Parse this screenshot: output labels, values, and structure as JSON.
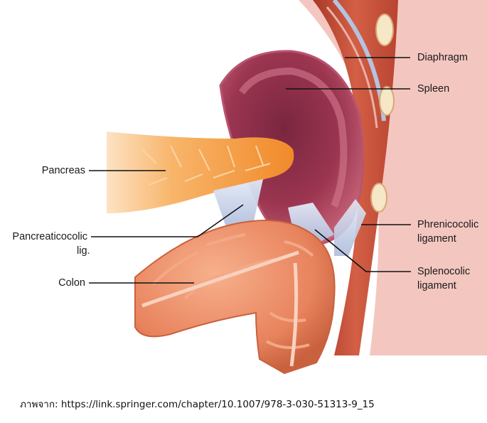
{
  "labels": {
    "diaphragm": "Diaphragm",
    "spleen": "Spleen",
    "pancreas": "Pancreas",
    "pancreaticocolic_line1": "Pancreaticocolic",
    "pancreaticocolic_line2": "lig.",
    "colon": "Colon",
    "phrenicocolic_line1": "Phrenicocolic",
    "phrenicocolic_line2": "ligament",
    "splenocolic_line1": "Splenocolic",
    "splenocolic_line2": "ligament"
  },
  "credit": "ภาพจาก: https://link.springer.com/chapter/10.1007/978-3-030-51313-9_15",
  "colors": {
    "background": "#ffffff",
    "spleen": "#9b3550",
    "pancreas": "#f59a3a",
    "colon": "#e8845e",
    "diaphragm_muscle": "#c9503c",
    "ligament": "#c9d4ea",
    "leader_line": "#111111"
  }
}
